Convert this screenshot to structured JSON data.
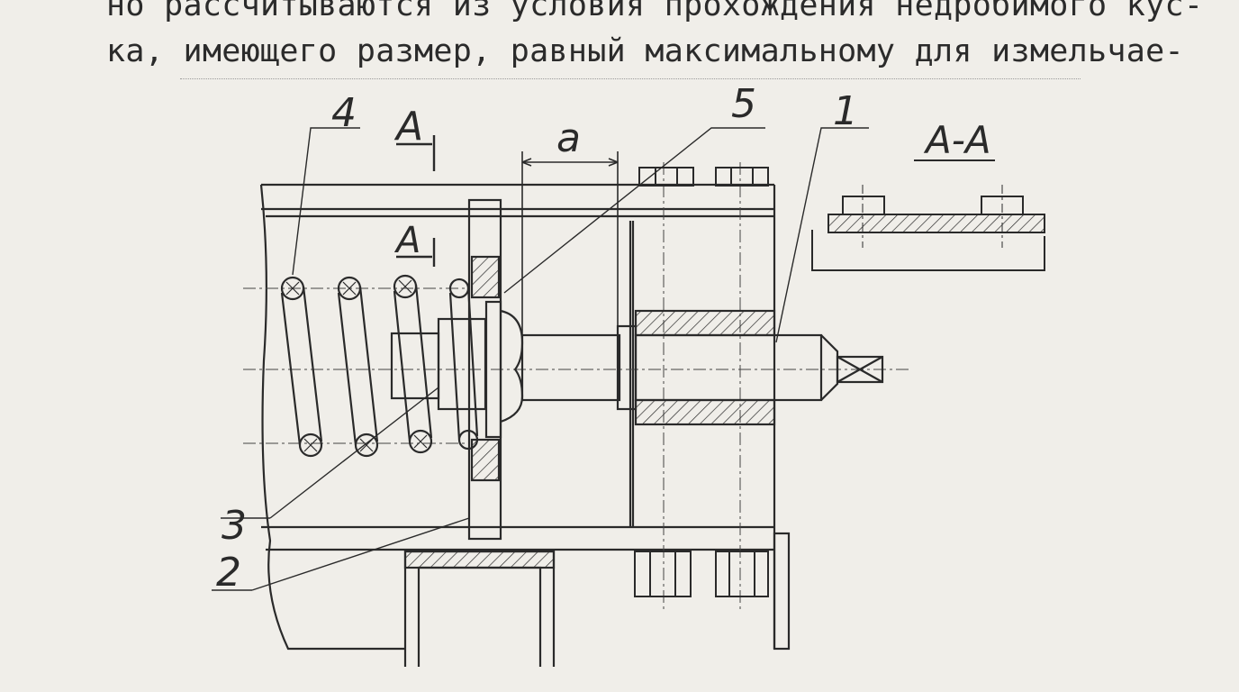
{
  "text": {
    "line1": "но рассчитываются из условия прохождения недробимого кус-",
    "line2": "ка, имеющего размер, равный максимальному для измельчае-"
  },
  "figure": {
    "label_1": "1",
    "label_2": "2",
    "label_3": "3",
    "label_4": "4",
    "label_5": "5",
    "label_a": "a",
    "section_mark_top": "A",
    "section_mark_mid": "A",
    "section_title": "A-A"
  }
}
